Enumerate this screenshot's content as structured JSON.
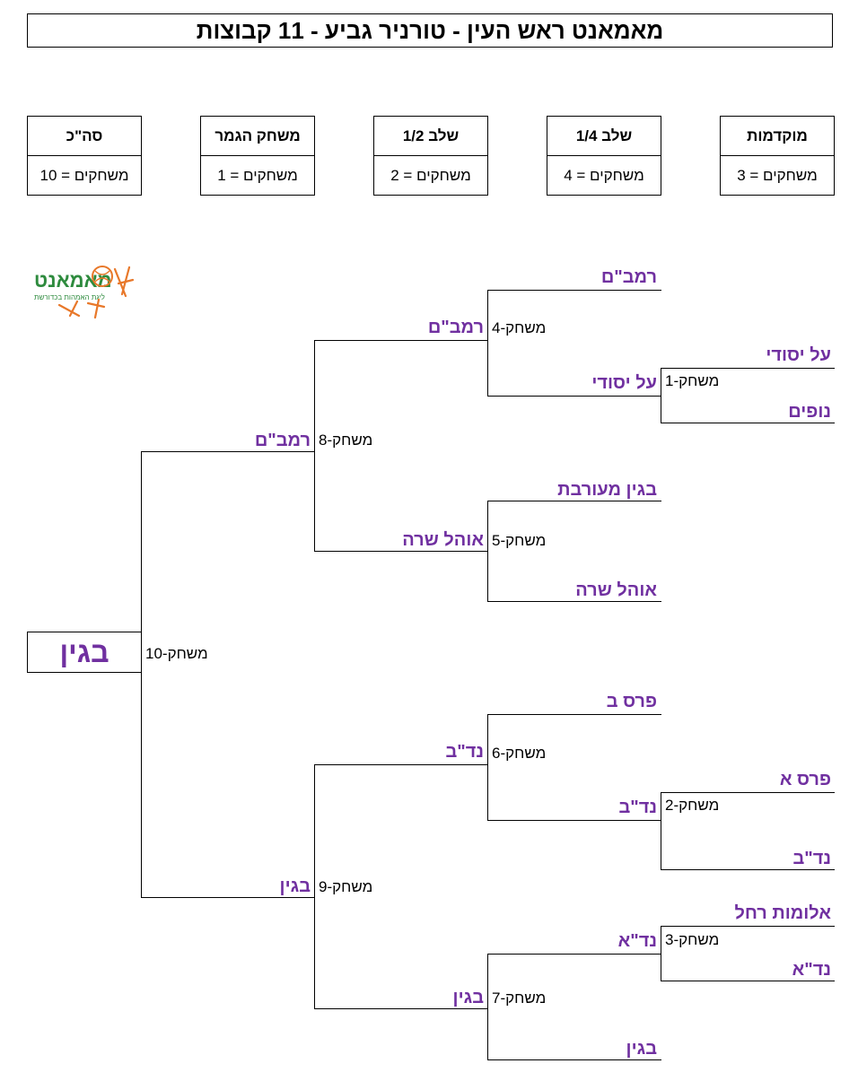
{
  "title": "מאמאנט ראש העין   -   טורניר גביע - 11 קבוצות",
  "stages": [
    {
      "name": "סה\"כ",
      "count": "משחקים = 10"
    },
    {
      "name": "משחק הגמר",
      "count": "משחקים = 1"
    },
    {
      "name": "שלב 1/2",
      "count": "משחקים = 2"
    },
    {
      "name": "שלב 1/4",
      "count": "משחקים = 4"
    },
    {
      "name": "מוקדמות",
      "count": "משחקים = 3"
    }
  ],
  "logo": {
    "text": "מאמאנט",
    "subtext": "ליגת האמהות בכדורשת"
  },
  "colors": {
    "team": "#7030a0",
    "logo_green": "#2e8b3e",
    "logo_orange": "#e8782a"
  },
  "prelim": {
    "g1": {
      "label": "משחק-1",
      "team_a": "על יסודי",
      "team_b": "נופים"
    },
    "g2": {
      "label": "משחק-2",
      "team_a": "פרס א",
      "team_b": "נד\"ב"
    },
    "g3": {
      "label": "משחק-3",
      "team_a": "אלומות רחל",
      "team_b": "נד\"א"
    }
  },
  "quarter": {
    "g4": {
      "label": "משחק-4",
      "team_a": "רמב\"ם",
      "team_b": "על יסודי",
      "winner": "רמב\"ם"
    },
    "g5": {
      "label": "משחק-5",
      "team_a": "בגין מעורבת",
      "team_b": "אוהל שרה",
      "winner": "אוהל שרה"
    },
    "g6": {
      "label": "משחק-6",
      "team_a": "פרס ב",
      "team_b": "נד\"ב",
      "winner": "נד\"ב"
    },
    "g7": {
      "label": "משחק-7",
      "team_a": "נד\"א",
      "team_b": "בגין",
      "winner": "בגין"
    }
  },
  "semi": {
    "g8": {
      "label": "משחק-8",
      "winner": "רמב\"ם"
    },
    "g9": {
      "label": "משחק-9",
      "winner": "בגין"
    }
  },
  "final": {
    "label": "משחק-10",
    "champion": "בגין"
  }
}
